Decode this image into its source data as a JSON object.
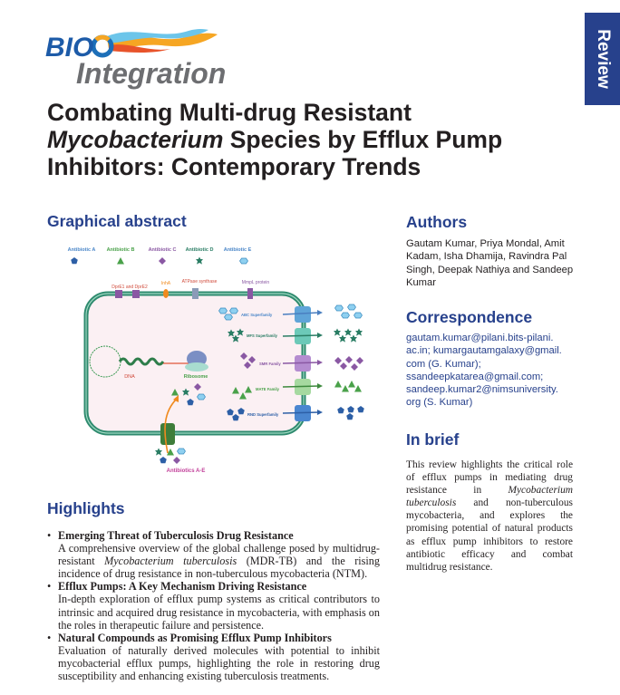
{
  "header": {
    "logo_text": "BIO Integration",
    "logo_bio": "BIO",
    "logo_integration": "Integration",
    "review_tab": "Review"
  },
  "title": {
    "line1": "Combating Multi-drug Resistant",
    "line2_italic": "Mycobacterium",
    "line2_rest": " Species by Efflux Pump",
    "line3": "Inhibitors: Contemporary Trends"
  },
  "graphical_abstract": {
    "heading": "Graphical abstract",
    "legend": [
      "Antibiotic A",
      "Antibiotic B",
      "Antibiotic C",
      "Antibiotic D",
      "Antibiotic E"
    ],
    "proteins": [
      "DprE1 and DprE2",
      "InhA",
      "ATPase synthase",
      "MmpL protein"
    ],
    "pumps": [
      "ABC Superfamily",
      "MFS Superfamily",
      "SMR Family",
      "MATE Family",
      "RND Superfamily"
    ],
    "dna_label": "DNA",
    "ribosome_label": "Ribosome",
    "entry_label": "Antibiotics A-E",
    "colors": {
      "cell_wall": "#2e8a6e",
      "cytoplasm": "#fbf0f3",
      "abx_a": "#2d5fa6",
      "abx_b": "#4aa14a",
      "abx_c": "#8a58a3",
      "abx_d": "#2a7d64",
      "abx_e": "#8fd0f0"
    }
  },
  "highlights": {
    "heading": "Highlights",
    "items": [
      {
        "title": "Emerging Threat of Tuberculosis Drug Resistance",
        "body_pre": "A comprehensive overview of the global challenge posed by multidrug-resistant ",
        "body_italic": "Mycobacterium tuberculosis",
        "body_post": " (MDR-TB) and the rising incidence of drug resistance in non-tuberculous mycobacteria (NTM)."
      },
      {
        "title": "Efflux Pumps: A Key Mechanism Driving Resistance",
        "body_pre": "In-depth exploration of efflux pump systems as critical contributors to intrinsic and acquired drug resistance in mycobacteria, with emphasis on the roles in therapeutic failure and persistence.",
        "body_italic": "",
        "body_post": ""
      },
      {
        "title": "Natural Compounds as Promising Efflux Pump Inhibitors",
        "body_pre": "Evaluation of naturally derived molecules with potential to inhibit mycobacterial efflux pumps, highlighting the role in restoring drug susceptibility and enhancing existing tuberculosis treatments.",
        "body_italic": "",
        "body_post": ""
      }
    ]
  },
  "authors": {
    "heading": "Authors",
    "text": "Gautam Kumar, Priya Mondal, Amit Kadam, Isha Dhamija, Ravindra Pal Singh, Deepak Nathiya and Sandeep Kumar"
  },
  "correspondence": {
    "heading": "Correspondence",
    "lines": [
      "gautam.kumar@pilani.bits-pilani.",
      "ac.in; kumargautamgalaxy@gmail.",
      "com (G. Kumar);",
      "ssandeepkatarea@gmail.com;",
      "sandeep.kumar2@nimsuniversity.",
      "org (S. Kumar)"
    ]
  },
  "in_brief": {
    "heading": "In brief",
    "pre": "This review highlights the critical role of efflux pumps in mediating drug resistance in ",
    "italic": "Mycobacterium tuberculosis",
    "post": " and non-tuberculous mycobacteria, and explores the promising potential of natural products as efflux pump inhibitors to restore antibiotic efficacy and combat multidrug resistance."
  }
}
